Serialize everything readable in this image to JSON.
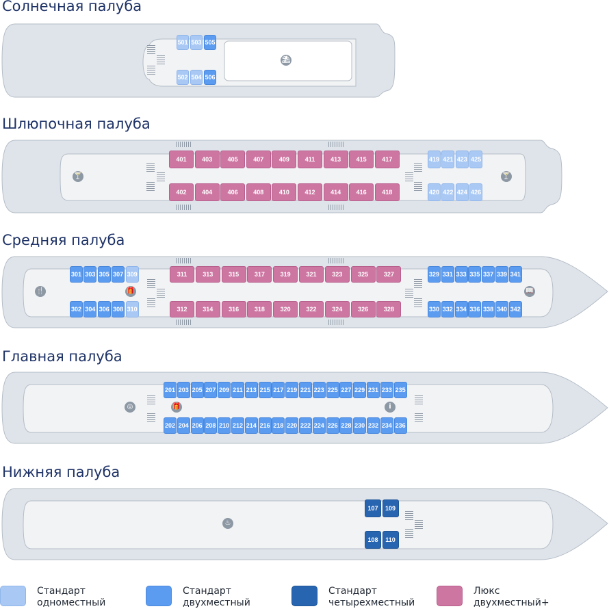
{
  "decks": [
    {
      "id": "sun",
      "title": "Солнечная палуба",
      "cabins_top": [
        "501",
        "503",
        "505"
      ],
      "cabins_bottom": [
        "502",
        "504",
        "506"
      ],
      "icons": [
        "deck-chair-icon"
      ]
    },
    {
      "id": "boat",
      "title": "Шлюпочная палуба",
      "cabins_lux_top": [
        "401",
        "403",
        "405",
        "407",
        "409",
        "411",
        "413",
        "415",
        "417"
      ],
      "cabins_lux_bottom": [
        "402",
        "404",
        "406",
        "408",
        "410",
        "412",
        "414",
        "416",
        "418"
      ],
      "cabins_top": [
        "419",
        "421",
        "423",
        "425"
      ],
      "cabins_bottom": [
        "420",
        "422",
        "424",
        "426"
      ],
      "icons": [
        "bar-icon",
        "bar-icon"
      ]
    },
    {
      "id": "middle",
      "title": "Средняя палуба",
      "cabins_left_top": [
        "301",
        "303",
        "305",
        "307",
        "309"
      ],
      "cabins_left_bottom": [
        "302",
        "304",
        "306",
        "308",
        "310"
      ],
      "cabins_lux_top": [
        "311",
        "313",
        "315",
        "317",
        "319",
        "321",
        "323",
        "325",
        "327"
      ],
      "cabins_lux_bottom": [
        "312",
        "314",
        "316",
        "318",
        "320",
        "322",
        "324",
        "326",
        "328"
      ],
      "cabins_right_top": [
        "329",
        "331",
        "333",
        "335",
        "337",
        "339",
        "341"
      ],
      "cabins_right_bottom": [
        "330",
        "332",
        "334",
        "336",
        "338",
        "340",
        "342"
      ],
      "icons": [
        "restaurant-icon",
        "gift-icon",
        "library-icon"
      ]
    },
    {
      "id": "main",
      "title": "Главная палуба",
      "cabins_top": [
        "201",
        "203",
        "205",
        "207",
        "209",
        "211",
        "213",
        "215",
        "217",
        "219",
        "221",
        "223",
        "225",
        "227",
        "229",
        "231",
        "233",
        "235"
      ],
      "cabins_bottom": [
        "202",
        "204",
        "206",
        "208",
        "210",
        "212",
        "214",
        "216",
        "218",
        "220",
        "222",
        "224",
        "226",
        "228",
        "230",
        "232",
        "234",
        "236"
      ],
      "icons": [
        "lifebuoy-icon",
        "gift-icon",
        "info-icon"
      ]
    },
    {
      "id": "lower",
      "title": "Нижняя палуба",
      "cabins_top": [
        "107",
        "109"
      ],
      "cabins_bottom": [
        "108",
        "110"
      ],
      "icons": [
        "sauna-icon"
      ]
    }
  ],
  "legend": [
    {
      "line1": "Стандарт",
      "line2": "одноместный",
      "color": "#a9c9f4"
    },
    {
      "line1": "Стандарт",
      "line2": "двухместный",
      "color": "#5b9bf0"
    },
    {
      "line1": "Стандарт",
      "line2": "четырехместный",
      "color": "#2865b0"
    },
    {
      "line1": "Люкс",
      "line2": "двухместный+",
      "color": "#cd76a2"
    }
  ],
  "colors": {
    "hull": "#dfe4ea",
    "hull_stroke": "#b4bcc6",
    "deck_floor": "#f2f3f5",
    "title": "#1e3266"
  }
}
